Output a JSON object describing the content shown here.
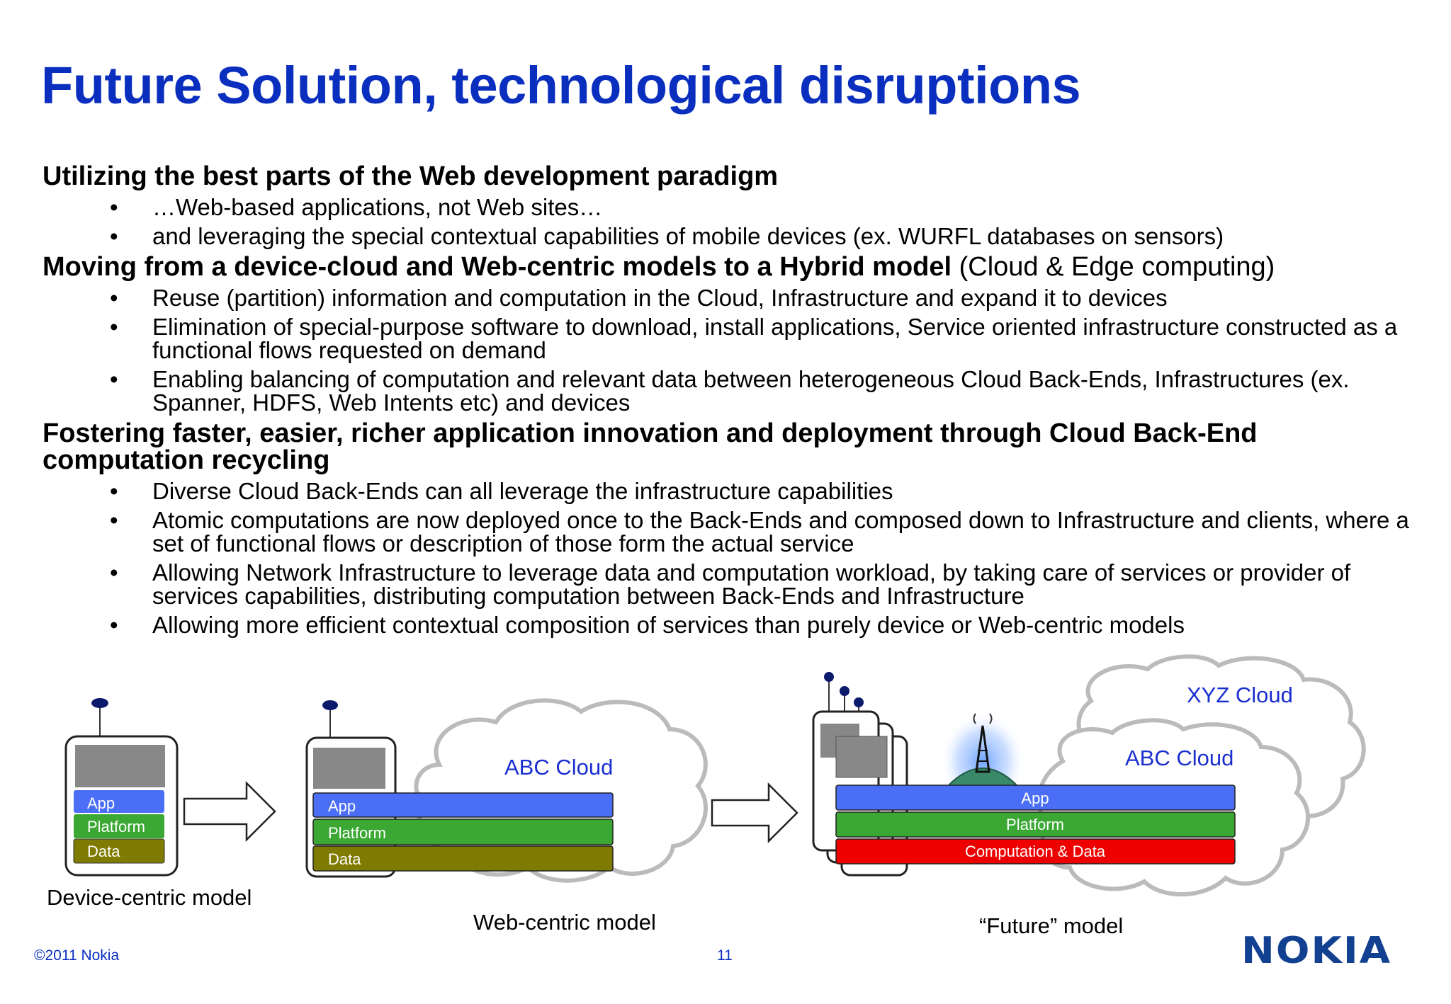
{
  "title": "Future Solution, technological disruptions",
  "sections": [
    {
      "heading_bold": "Utilizing the best parts of the Web development paradigm",
      "heading_normal": "",
      "bullets": [
        "…Web-based applications, not Web sites…",
        "and leveraging the special contextual capabilities of mobile devices (ex. WURFL databases on sensors)"
      ]
    },
    {
      "heading_bold": "Moving from a device-cloud and Web-centric models to a Hybrid model",
      "heading_normal": " (Cloud & Edge computing)",
      "bullets": [
        "Reuse (partition) information and computation in the Cloud, Infrastructure and expand it to devices",
        "Elimination of special-purpose software to download, install applications, Service oriented infrastructure constructed as a functional flows requested on demand",
        "Enabling balancing of computation and relevant data between heterogeneous Cloud Back-Ends, Infrastructures  (ex. Spanner, HDFS, Web Intents etc) and devices"
      ]
    },
    {
      "heading_bold": "Fostering faster, easier, richer application innovation and deployment through Cloud Back-End computation recycling",
      "heading_normal": "",
      "bullets": [
        "Diverse Cloud Back-Ends can all leverage the infrastructure capabilities",
        "Atomic computations are now deployed once to the Back-Ends and composed down to Infrastructure and clients, where a set of functional flows or description of those form the actual service",
        "Allowing Network Infrastructure to leverage data and computation workload, by taking care of services or provider of services capabilities, distributing computation between Back-Ends and Infrastructure",
        "Allowing more efficient contextual composition of services than purely device or Web-centric models"
      ]
    }
  ],
  "diagram": {
    "layer_app": "App",
    "layer_platform": "Platform",
    "layer_data": "Data",
    "layer_computation": "Computation & Data",
    "cloud_abc": "ABC Cloud",
    "cloud_xyz": "XYZ Cloud",
    "caption_device": "Device-centric model",
    "caption_web": "Web-centric model",
    "caption_future": "“Future” model",
    "colors": {
      "app": "#4a6ef5",
      "platform": "#3aa832",
      "data": "#7f7a00",
      "computation": "#ee0000",
      "cloud_text": "#1a2fcf"
    }
  },
  "footer": {
    "copyright": "©2011 Nokia",
    "page_number": "11",
    "logo": "NOKIA"
  }
}
